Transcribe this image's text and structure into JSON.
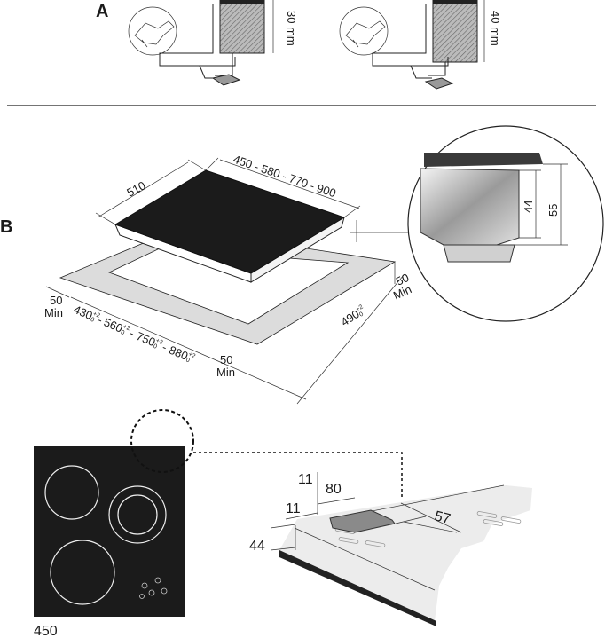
{
  "section_a": {
    "label": "A",
    "left_height": "30 mm",
    "right_height": "40 mm"
  },
  "section_b": {
    "label": "B",
    "depth": "510",
    "widths": "450 - 580 - 770 - 900",
    "margin_back": "50",
    "margin_back_min": "Min",
    "margin_left": "50",
    "margin_left_min": "Min",
    "margin_front": "50",
    "margin_front_min": "Min",
    "cutout_widths": [
      "430",
      "560",
      "750",
      "880"
    ],
    "cutout_depth": "490",
    "tolerance_plus": "+2",
    "tolerance_minus": "0",
    "separator": "-",
    "detail_inner_height": "44",
    "detail_outer_height": "55"
  },
  "section_c": {
    "hob_width": "450",
    "dim_top": "11",
    "dim_width": "80",
    "dim_side": "11",
    "dim_depth": "57",
    "dim_height": "44"
  },
  "colors": {
    "hob": "#1b1b1b",
    "frame": "#dcdcdc",
    "surface": "#e9e9e9"
  }
}
